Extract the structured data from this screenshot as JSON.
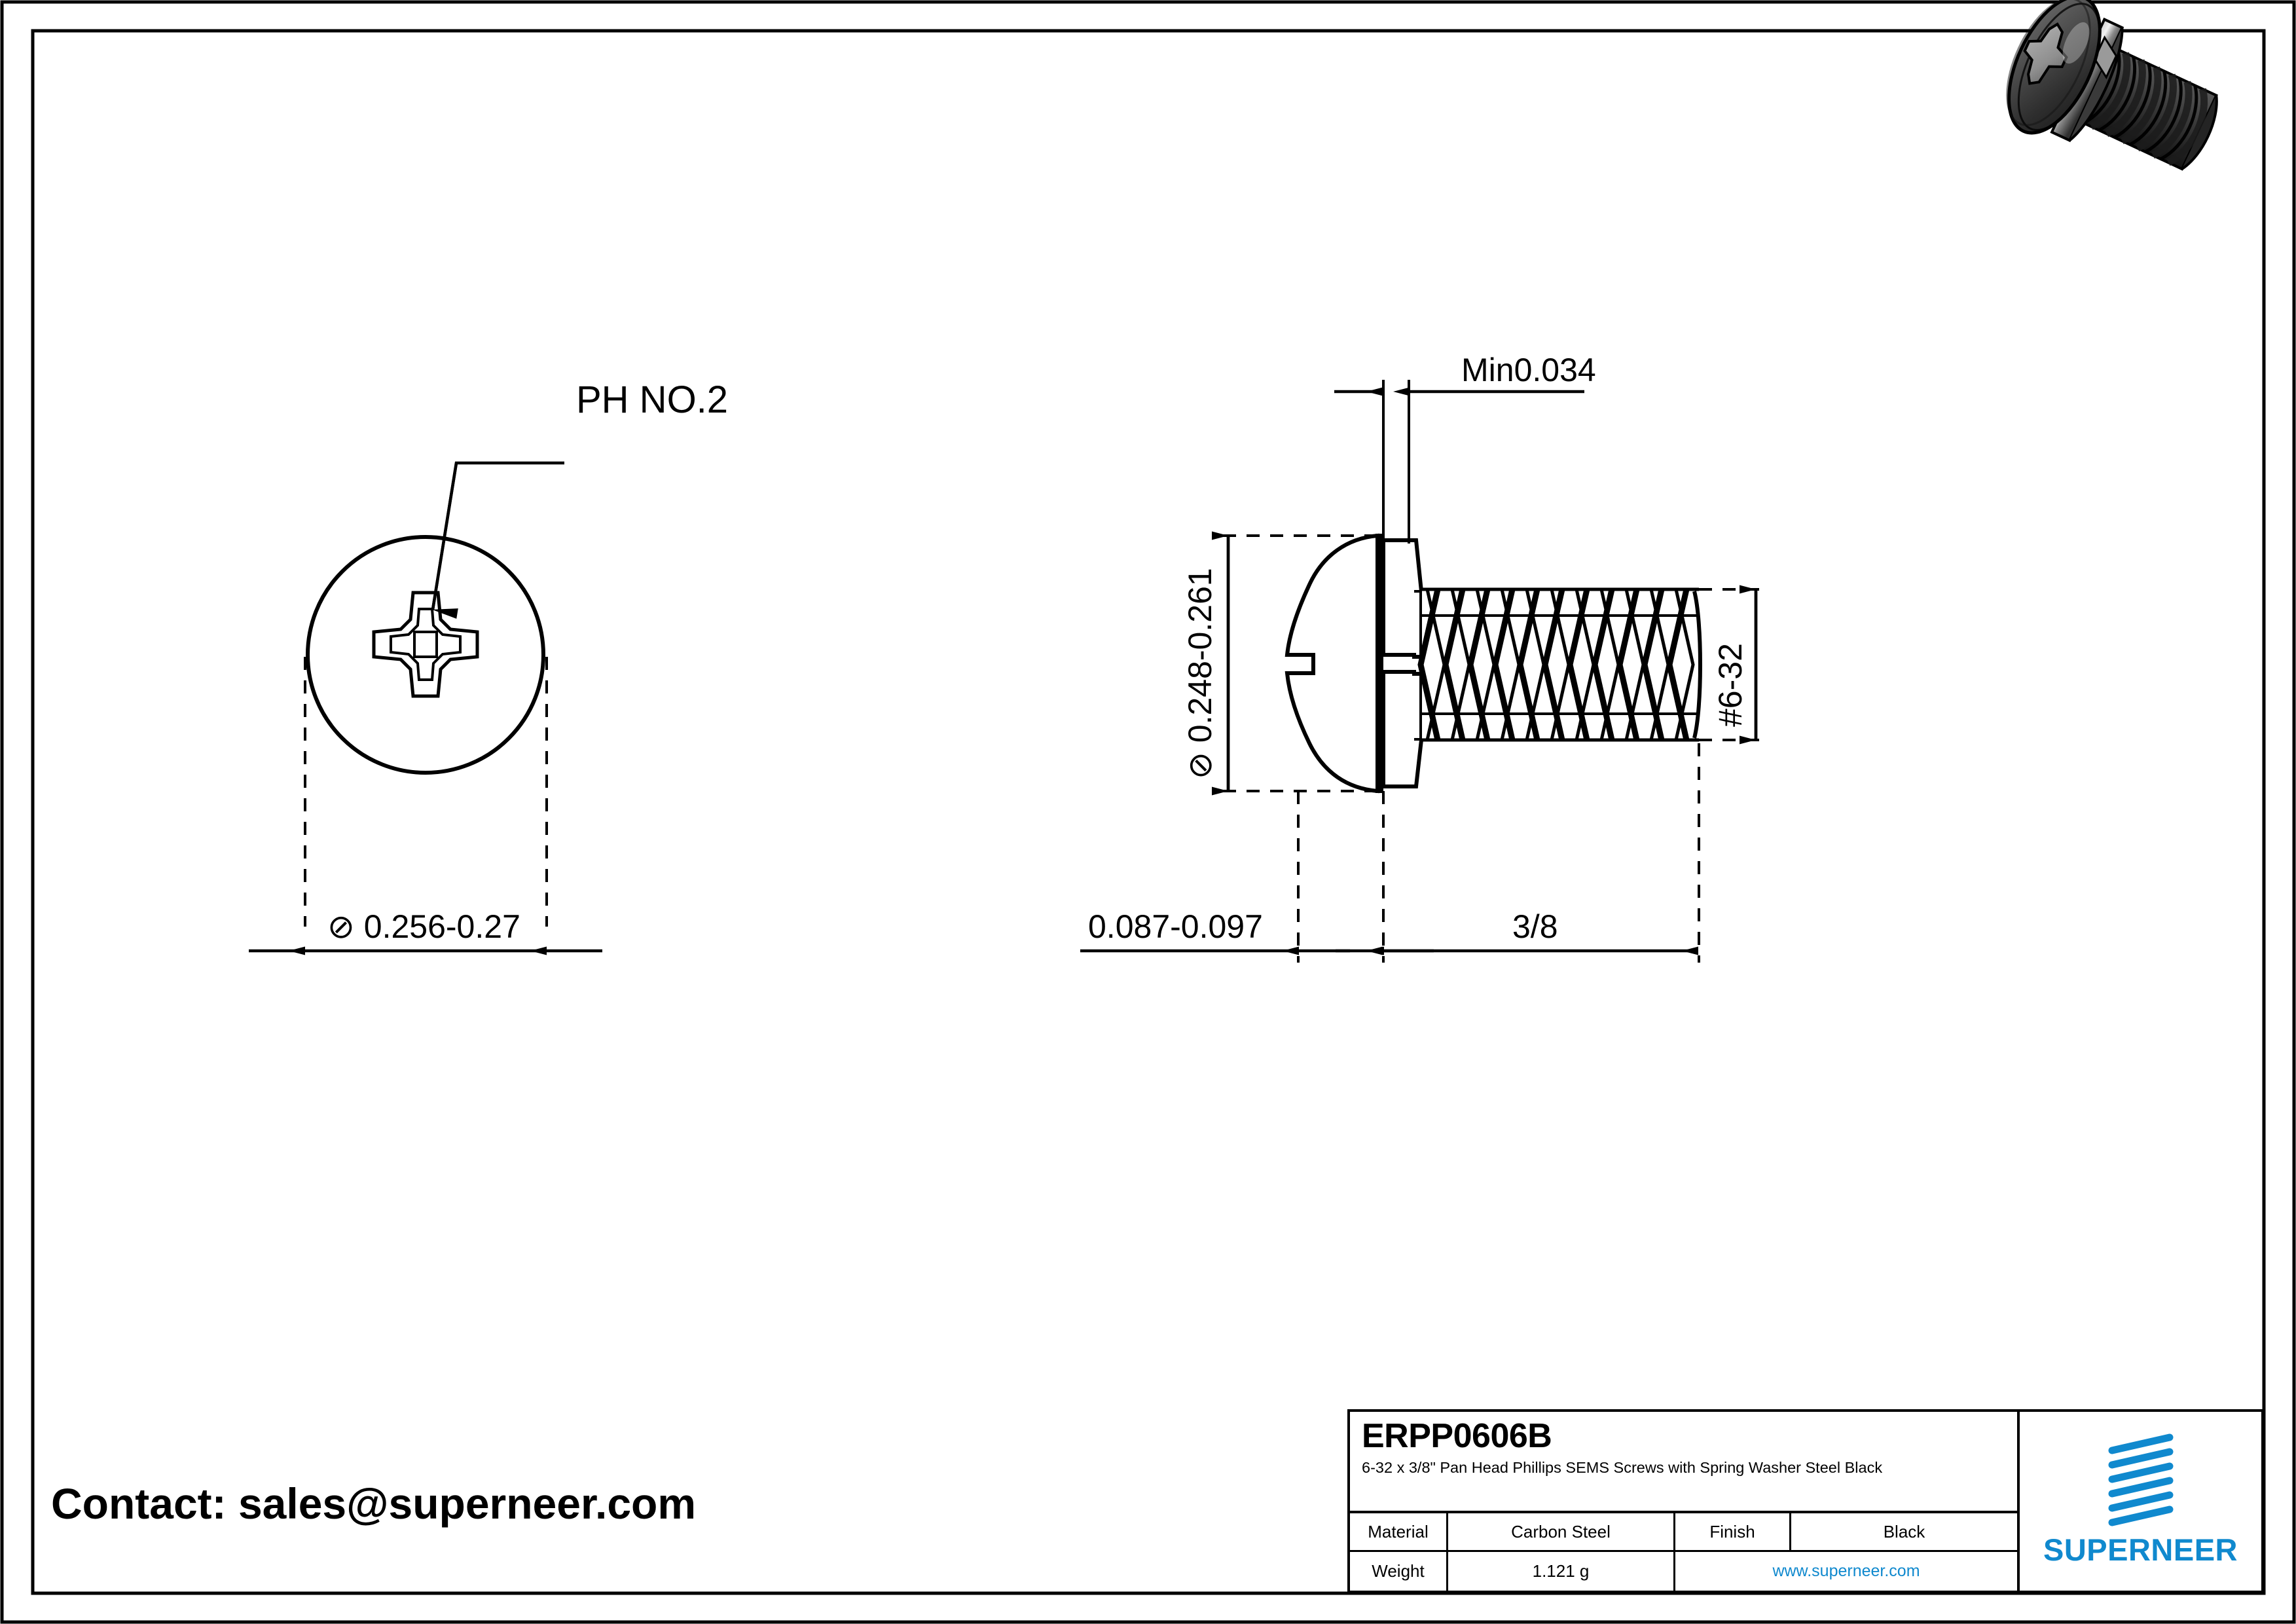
{
  "drawing": {
    "callouts": {
      "driver": "PH NO.2"
    },
    "dimensions": {
      "head_diameter_top": "⊘ 0.256-0.27",
      "head_diameter_side": "⊘ 0.248-0.261",
      "recess_min_depth": "Min0.034",
      "head_height": "0.087-0.097",
      "thread_length": "3/8",
      "thread_size": "#6-32"
    },
    "views": {
      "top_view_name": "top-view-screw-head",
      "side_view_name": "side-view-screw-profile",
      "render_name": "isometric-screw-render"
    }
  },
  "title_block": {
    "part_number": "ERPP0606B",
    "description": "6-32 x 3/8\" Pan Head Phillips SEMS Screws with Spring Washer Steel Black",
    "material_label": "Material",
    "material_value": "Carbon Steel",
    "finish_label": "Finish",
    "finish_value": "Black",
    "weight_label": "Weight",
    "weight_value": "1.121 g",
    "website": "www.superneer.com",
    "brand": "SUPERNEER"
  },
  "contact": {
    "text": "Contact: sales@superneer.com"
  },
  "colors": {
    "brand_blue": "#1089CE",
    "line": "#000000",
    "paper": "#FFFFFF"
  }
}
